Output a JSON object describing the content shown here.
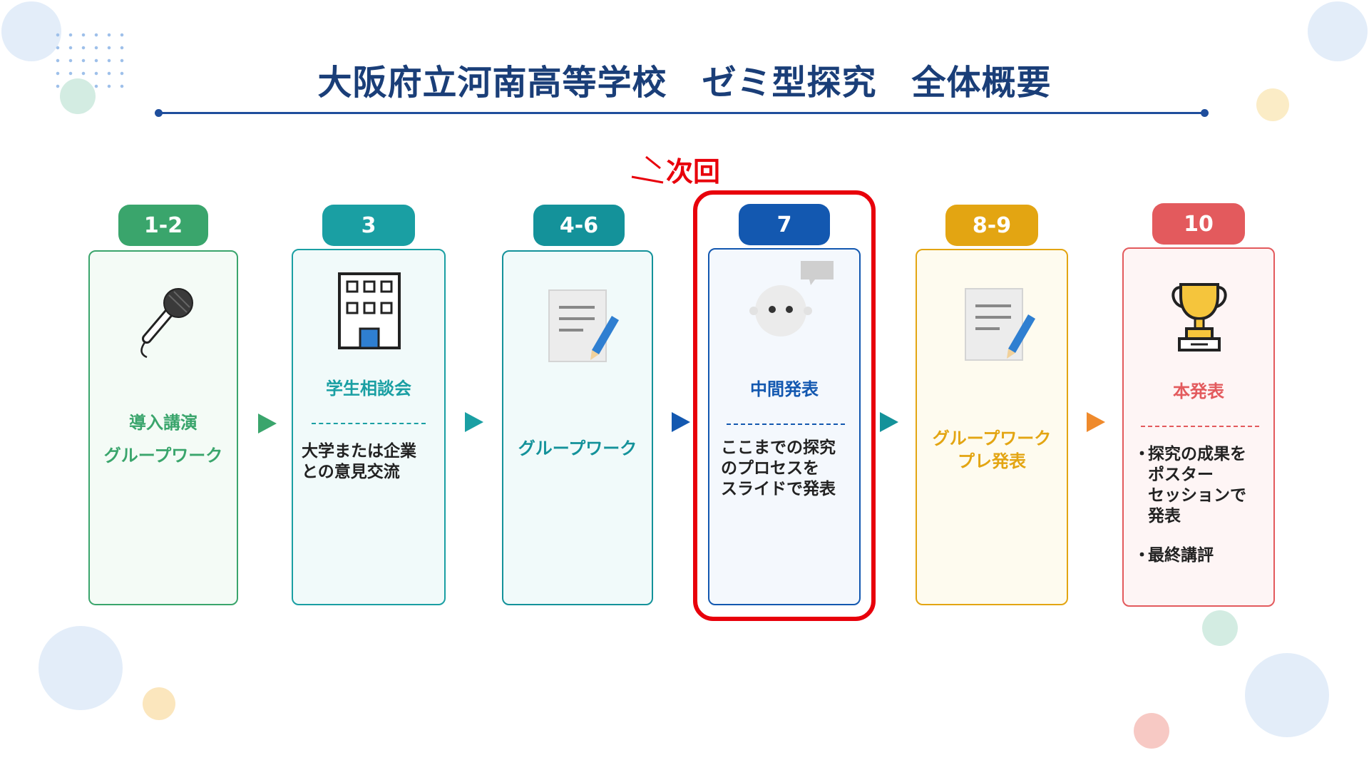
{
  "title": "大阪府立河南高等学校　ゼミ型探究　全体概要",
  "next_label": "次回",
  "steps": [
    {
      "badge": "1-2",
      "icon": "microphone-icon",
      "heading_line1": "導入講演",
      "heading_line2": "グループワーク",
      "color": "#3aa56c"
    },
    {
      "badge": "3",
      "icon": "building-icon",
      "heading": "学生相談会",
      "desc_line1": "大学または企業",
      "desc_line2": "との意見交流",
      "color": "#1a9fa3"
    },
    {
      "badge": "4-6",
      "icon": "document-edit-icon",
      "heading": "グループワーク",
      "color": "#14929a"
    },
    {
      "badge": "7",
      "icon": "robot-speech-icon",
      "heading": "中間発表",
      "desc_line1": "ここまでの探究",
      "desc_line2": "のプロセスを",
      "desc_line3": "スライドで発表",
      "color": "#1358b0"
    },
    {
      "badge": "8-9",
      "icon": "document-edit-icon",
      "heading_line1": "グループワーク",
      "heading_line2": "プレ発表",
      "color": "#e3a512"
    },
    {
      "badge": "10",
      "icon": "trophy-icon",
      "heading": "本発表",
      "bullet1_line1": "探究の成果を",
      "bullet1_line2": "ポスター",
      "bullet1_line3": "セッションで",
      "bullet1_line4": "発表",
      "bullet2": "最終講評",
      "color": "#e35a5d"
    }
  ]
}
